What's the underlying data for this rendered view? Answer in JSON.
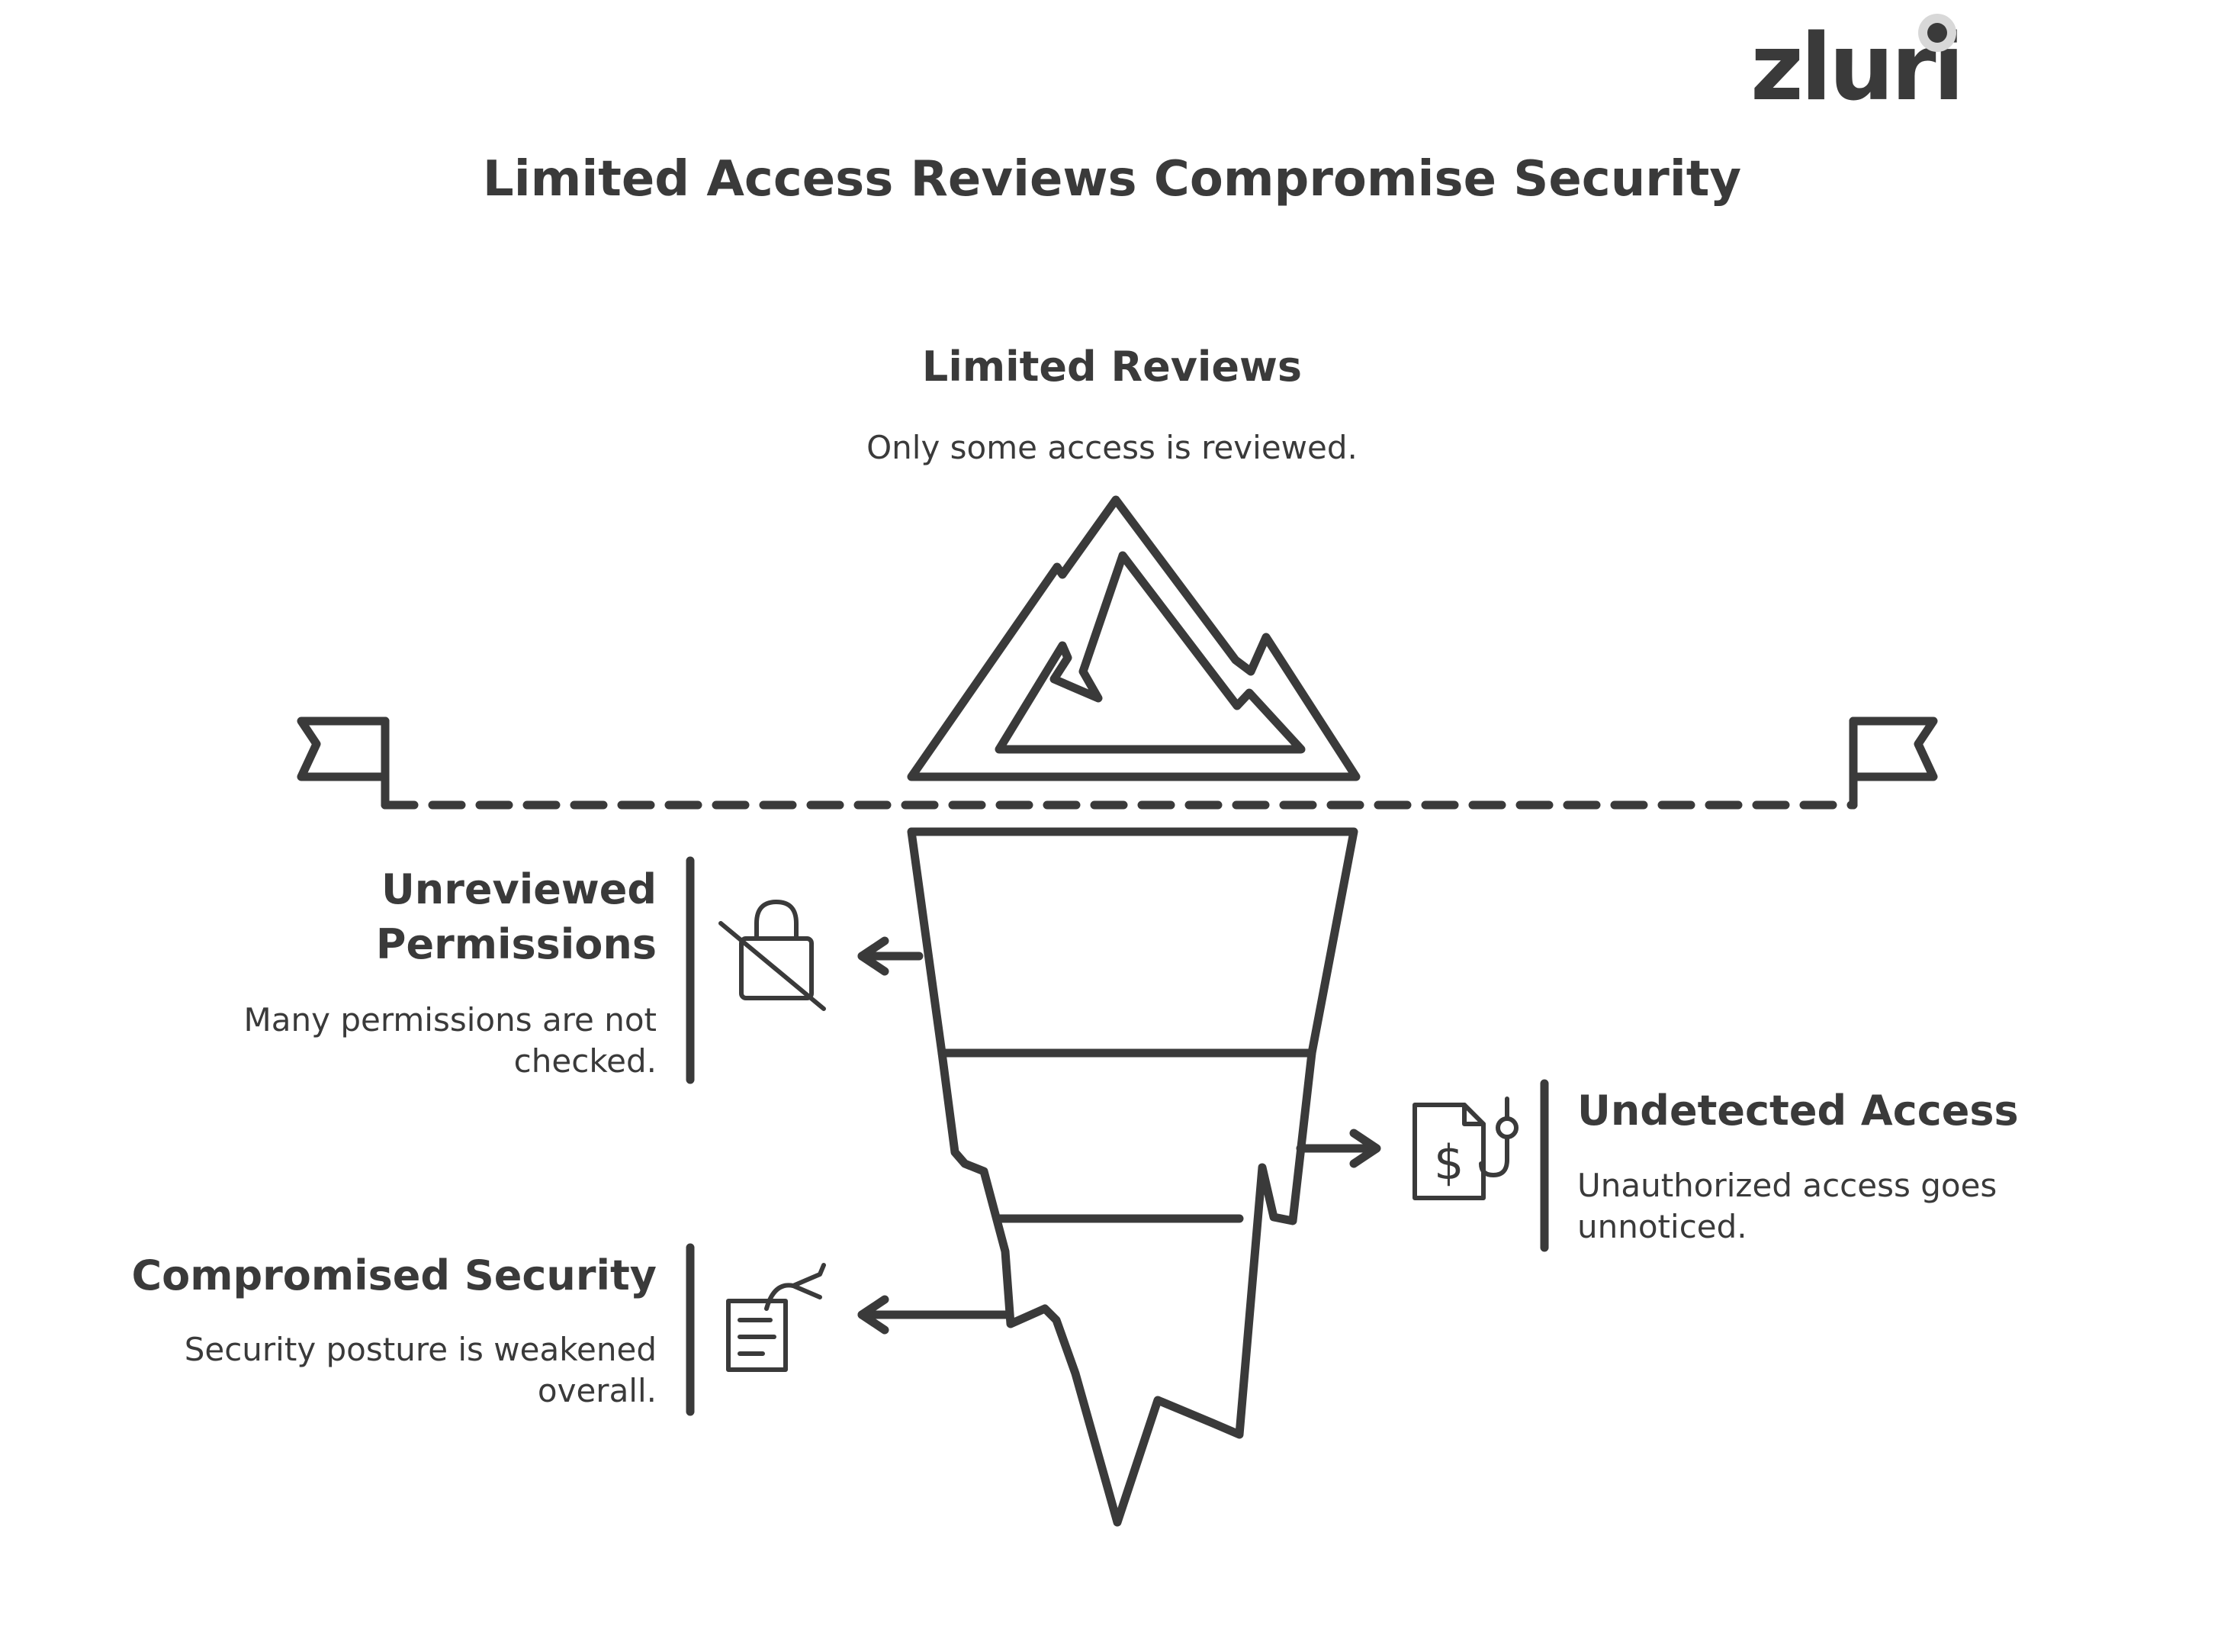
{
  "brand": {
    "logo_text": "zluri"
  },
  "title": "Limited Access Reviews Compromise Security",
  "tip": {
    "heading": "Limited Reviews",
    "description": "Only some access is reviewed."
  },
  "items": [
    {
      "heading_line1": "Unreviewed",
      "heading_line2": "Permissions",
      "description_line1": "Many permissions are not",
      "description_line2": "checked.",
      "icon": "crossed-lock-icon"
    },
    {
      "heading": "Undetected Access",
      "description_line1": "Unauthorized access goes",
      "description_line2": "unnoticed.",
      "icon": "dollar-document-hook-icon"
    },
    {
      "heading": "Compromised Security",
      "description_line1": "Security posture is weakened",
      "description_line2": "overall.",
      "icon": "hand-document-icon"
    }
  ],
  "colors": {
    "ink": "#3a3a3a",
    "background": "#ffffff"
  }
}
